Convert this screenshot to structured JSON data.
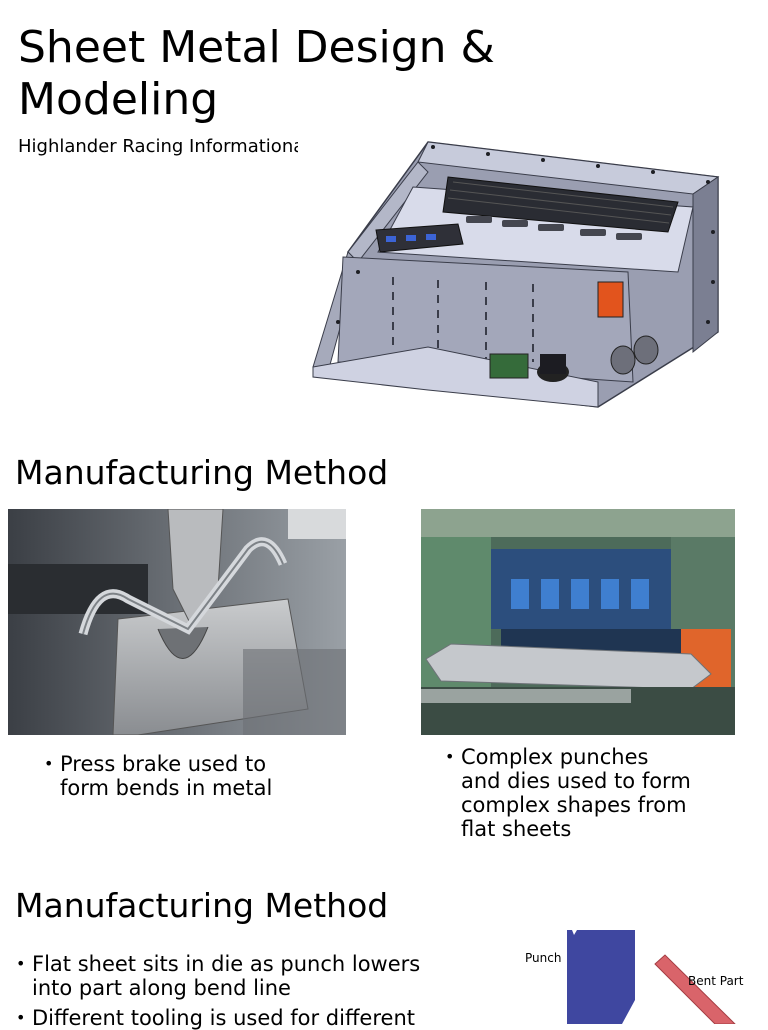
{
  "slide1": {
    "title_line1": "Sheet Metal Design &",
    "title_line2": "Modeling",
    "subtitle": "Highlander Racing Informational Lecture"
  },
  "slide2": {
    "heading": "Manufacturing Method",
    "left_bullet_line1": "Press brake used to",
    "left_bullet_line2": "form bends in metal",
    "right_bullet_line1": "Complex punches",
    "right_bullet_line2": "and dies used to form",
    "right_bullet_line3": "complex shapes from",
    "right_bullet_line4": "flat sheets"
  },
  "slide3": {
    "heading": "Manufacturing Method",
    "bullet1_line1": "Flat sheet sits in die as punch lowers",
    "bullet1_line2": "into part along bend line",
    "bullet2_line1": "Different tooling is used for different",
    "diagram_label_punch": "Punch",
    "diagram_label_part": "Bent Part"
  },
  "colors": {
    "enclosure_gray": "#8f93a6",
    "punch_blue": "#3f47a0",
    "part_red": "#d9646a"
  }
}
